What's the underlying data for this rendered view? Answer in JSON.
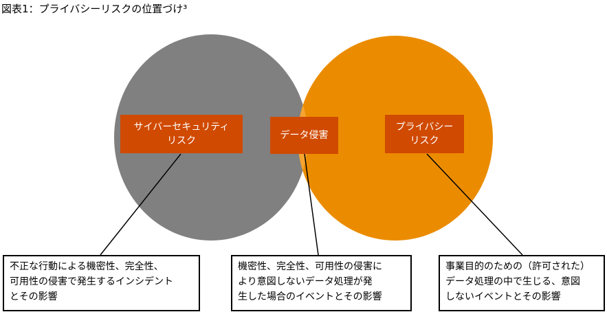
{
  "title": "図表1：プライバシーリスクの位置づけ³",
  "colors": {
    "gray": "#808080",
    "orange": "#EB8C00",
    "overlap": "#F5A431",
    "label": "#D04A02"
  },
  "circles": {
    "cyber": {
      "label_lines": [
        "サイバーセキュリティ",
        "リスク"
      ],
      "note_lines": [
        "不正な行動による機密性、完全性、",
        "可用性の侵害で発生するインシデント",
        "とその影響"
      ]
    },
    "overlap": {
      "label_lines": [
        "データ侵害"
      ],
      "note_lines": [
        "機密性、完全性、可用性の侵害に",
        "より意図しないデータ処理が発",
        "生した場合のイベントとその影響"
      ]
    },
    "privacy": {
      "label_lines": [
        "プライバシー",
        "リスク"
      ],
      "note_lines": [
        "事業目的のための（許可された）",
        "データ処理の中で生じる、意図",
        "しないイベントとその影響"
      ]
    }
  }
}
